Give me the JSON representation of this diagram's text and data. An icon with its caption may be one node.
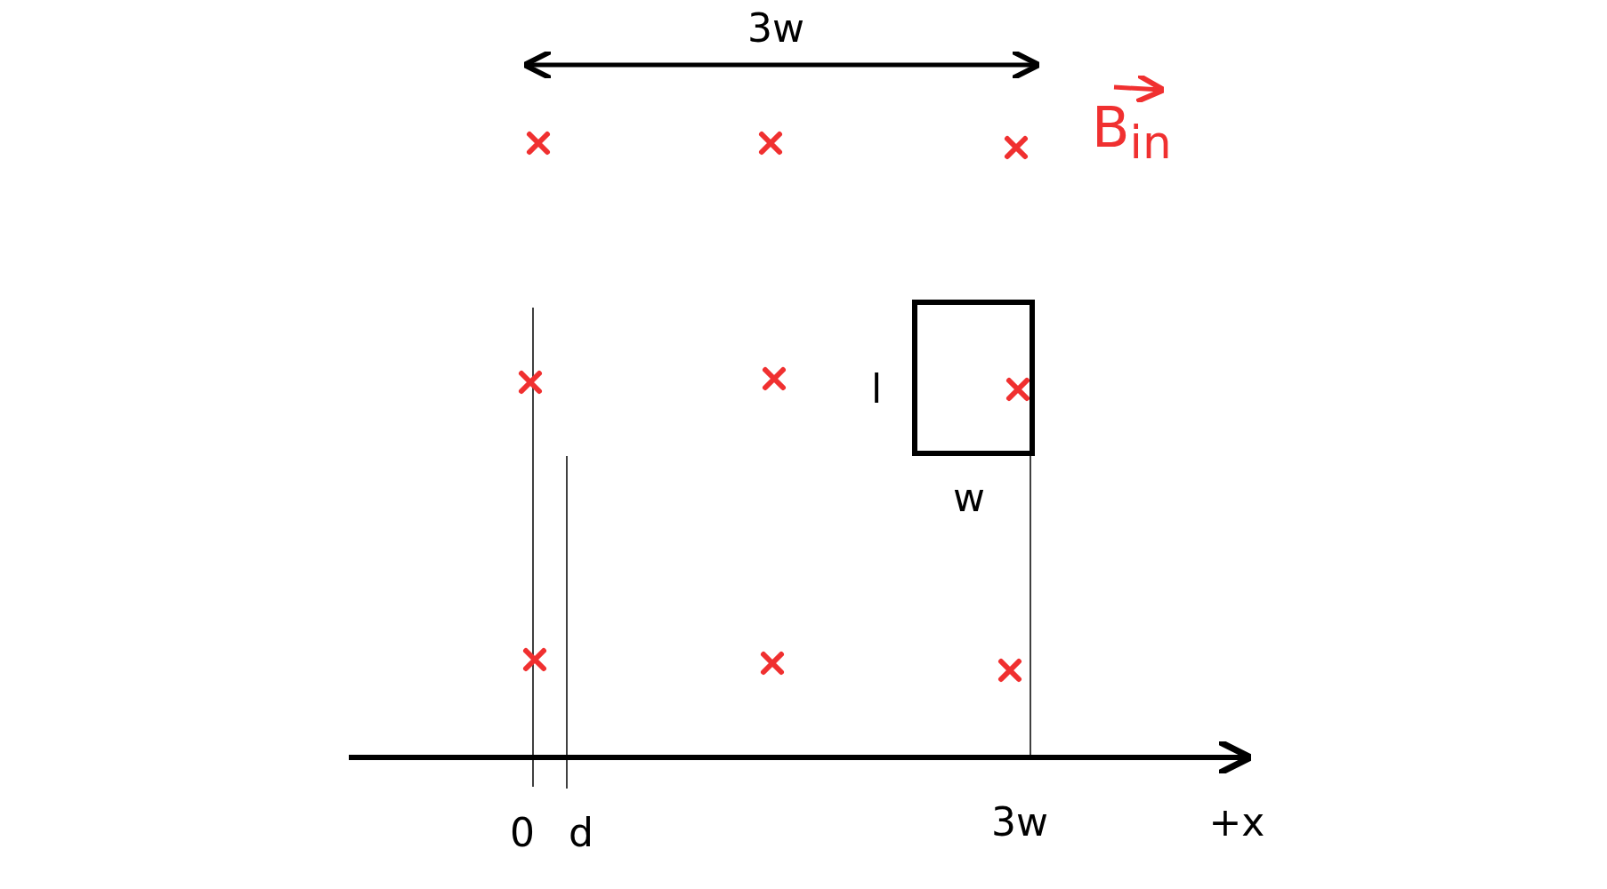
{
  "diagram": {
    "labels": [
      "3w",
      "B$_{in}$",
      "l",
      "w",
      "0",
      "d",
      "3w",
      "+x"
    ]
  }
}
